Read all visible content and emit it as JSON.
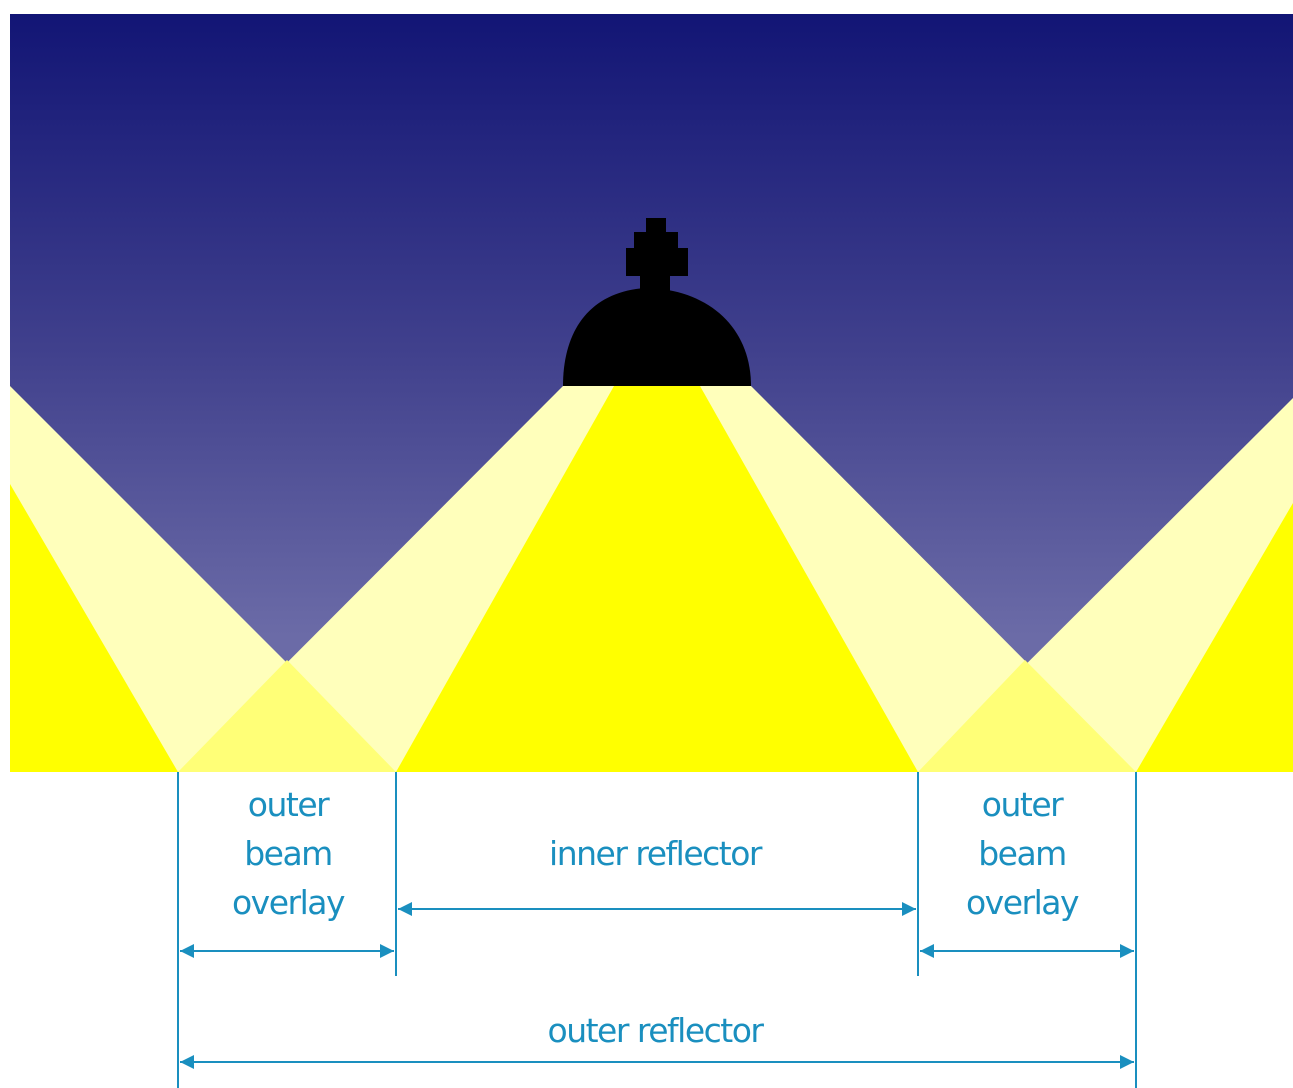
{
  "colors": {
    "sky_top": "#121575",
    "sky_mid": "#41418d",
    "sky_bottom": "#6b6ba7",
    "lamp": "#000000",
    "inner_beam": "#ffff00",
    "outer_beam": "#ffffbb",
    "overlap": "#ffff77",
    "dimension": "#1a8fbf"
  },
  "icons": {
    "lamp": "street-lamp-silhouette-icon"
  },
  "labels": {
    "left_overlay": {
      "line1": "outer",
      "line2": "beam",
      "line3": "overlay"
    },
    "right_overlay": {
      "line1": "outer",
      "line2": "beam",
      "line3": "overlay"
    },
    "inner_reflector": "inner reflector",
    "outer_reflector": "outer reflector"
  }
}
